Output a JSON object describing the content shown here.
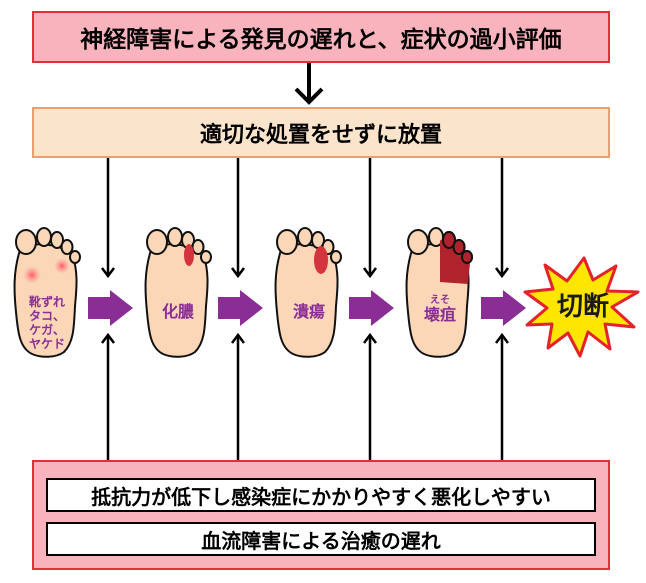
{
  "top_box": {
    "text": "神経障害による発見の遅れと、症状の過小評価"
  },
  "mid_box": {
    "text": "適切な処置をせずに放置"
  },
  "stages": [
    {
      "label_lines": [
        "靴ずれ",
        "タコ、",
        "ケガ、",
        "ヤケド"
      ]
    },
    {
      "label": "化膿"
    },
    {
      "label": "潰瘍"
    },
    {
      "label": "壊疽",
      "ruby": "えそ"
    }
  ],
  "final": {
    "label": "切断"
  },
  "bottom_box": {
    "line1": "抵抗力が低下し感染症にかかりやすく悪化しやすい",
    "line2": "血流障害による治癒の遅れ"
  },
  "colors": {
    "pink_fill": "#f9b3bd",
    "red_border": "#e0303a",
    "peach_fill": "#fbe4cc",
    "peach_border": "#e7a16f",
    "skin": "#fbd7b7",
    "arrow_purple": "#8a2e95",
    "wound_red": "#d4343b",
    "gangrene_red": "#b0232c",
    "burst_yellow": "#ffe600",
    "burst_red": "#e5222a"
  }
}
